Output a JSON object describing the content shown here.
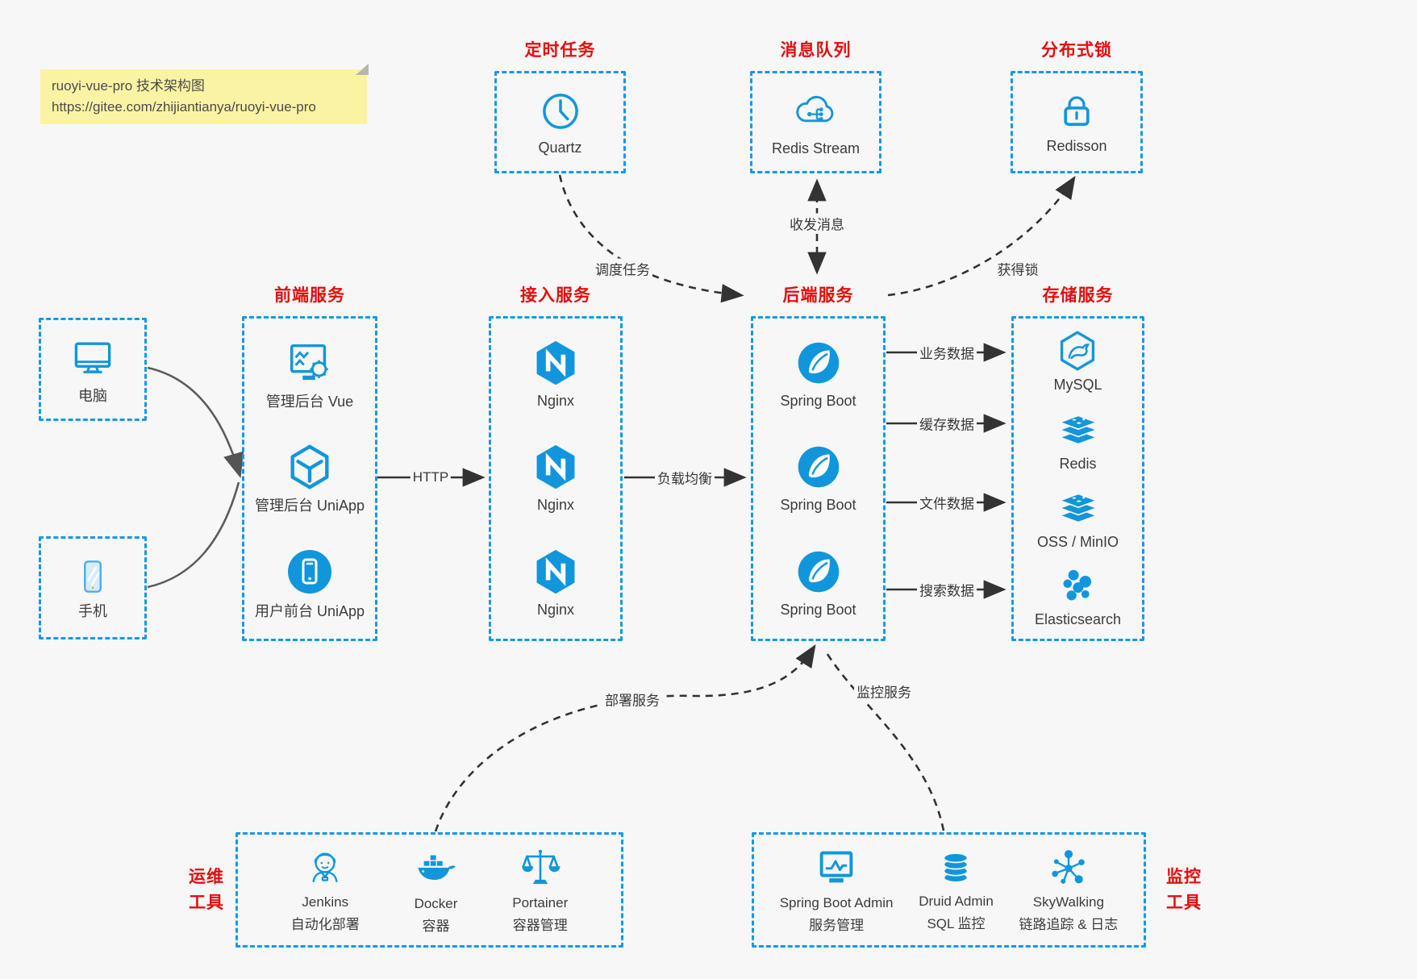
{
  "note": {
    "line1": "ruoyi-vue-pro 技术架构图",
    "line2": "https://gitee.com/zhijiantianya/ruoyi-vue-pro"
  },
  "colors": {
    "accent_blue": "#1296db",
    "border_blue": "#1398ec",
    "title_red": "#e60c0c",
    "line_dark": "#333333",
    "note_yellow": "#fbf3a4"
  },
  "groups": {
    "scheduled": {
      "title": "定时任务",
      "items": [
        {
          "icon": "clock-icon",
          "label": "Quartz"
        }
      ]
    },
    "mq": {
      "title": "消息队列",
      "items": [
        {
          "icon": "cloud-stream-icon",
          "label": "Redis Stream"
        }
      ]
    },
    "lock": {
      "title": "分布式锁",
      "items": [
        {
          "icon": "lock-icon",
          "label": "Redisson"
        }
      ]
    },
    "clients": {
      "items": [
        {
          "icon": "desktop-icon",
          "label": "电脑"
        },
        {
          "icon": "phone-icon",
          "label": "手机"
        }
      ]
    },
    "frontend": {
      "title": "前端服务",
      "items": [
        {
          "icon": "admin-vue-icon",
          "label": "管理后台 Vue"
        },
        {
          "icon": "cube-icon",
          "label": "管理后台 UniApp"
        },
        {
          "icon": "user-app-icon",
          "label": "用户前台 UniApp"
        }
      ]
    },
    "access": {
      "title": "接入服务",
      "items": [
        {
          "icon": "nginx-icon",
          "label": "Nginx"
        },
        {
          "icon": "nginx-icon",
          "label": "Nginx"
        },
        {
          "icon": "nginx-icon",
          "label": "Nginx"
        }
      ]
    },
    "backend": {
      "title": "后端服务",
      "items": [
        {
          "icon": "spring-icon",
          "label": "Spring Boot"
        },
        {
          "icon": "spring-icon",
          "label": "Spring Boot"
        },
        {
          "icon": "spring-icon",
          "label": "Spring Boot"
        }
      ]
    },
    "storage": {
      "title": "存储服务",
      "items": [
        {
          "icon": "mysql-icon",
          "label": "MySQL"
        },
        {
          "icon": "redis-stack-icon",
          "label": "Redis"
        },
        {
          "icon": "redis-stack-icon",
          "label": "OSS / MinIO"
        },
        {
          "icon": "elasticsearch-icon",
          "label": "Elasticsearch"
        }
      ]
    },
    "ops": {
      "side_title_line1": "运维",
      "side_title_line2": "工具",
      "items": [
        {
          "icon": "jenkins-icon",
          "label": "Jenkins",
          "sublabel": "自动化部署"
        },
        {
          "icon": "docker-icon",
          "label": "Docker",
          "sublabel": "容器"
        },
        {
          "icon": "portainer-icon",
          "label": "Portainer",
          "sublabel": "容器管理"
        }
      ]
    },
    "monitoring": {
      "side_title_line1": "监控",
      "side_title_line2": "工具",
      "items": [
        {
          "icon": "sba-icon",
          "label": "Spring Boot Admin",
          "sublabel": "服务管理"
        },
        {
          "icon": "druid-icon",
          "label": "Druid Admin",
          "sublabel": "SQL 监控"
        },
        {
          "icon": "skywalking-icon",
          "label": "SkyWalking",
          "sublabel": "链路追踪 & 日志"
        }
      ]
    }
  },
  "edge_labels": {
    "http": "HTTP",
    "load_balance": "负载均衡",
    "business_data": "业务数据",
    "cache_data": "缓存数据",
    "file_data": "文件数据",
    "search_data": "搜索数据",
    "schedule_task": "调度任务",
    "send_receive_message": "收发消息",
    "acquire_lock": "获得锁",
    "deploy_service": "部署服务",
    "monitor_service": "监控服务"
  }
}
